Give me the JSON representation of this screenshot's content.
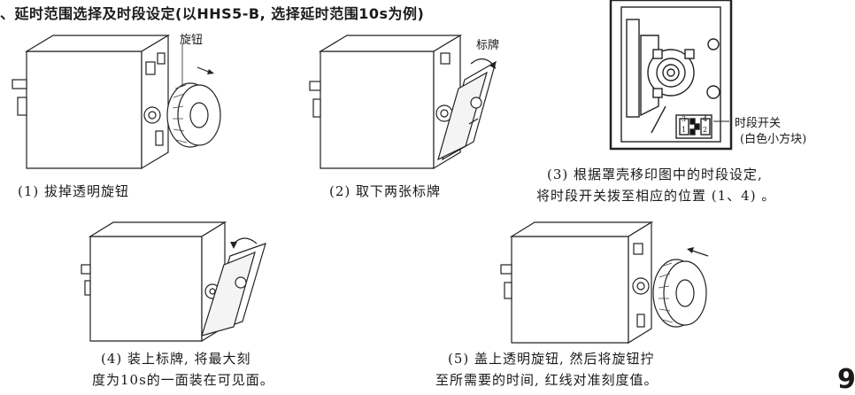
{
  "heading": "、延时范围选择及时段设定(以HHS5-B, 选择延时范围10s为例)",
  "labels": {
    "knob": "旋钮",
    "plate": "标牌",
    "switch_line1": "时段开关",
    "switch_line2": "(白色小方块)"
  },
  "steps": [
    {
      "caption": "(1) 拔掉透明旋钮"
    },
    {
      "caption": "(2) 取下两张标牌"
    },
    {
      "caption_line1": "(3) 根据罩壳移印图中的时段设定,",
      "caption_line2": "将时段开关拨至相应的位置 (1、4) 。"
    },
    {
      "caption_line1": "(4) 装上标牌, 将最大刻",
      "caption_line2": "度为10s的一面装在可见面。"
    },
    {
      "caption_line1": "(5) 盖上透明旋钮, 然后将旋钮拧",
      "caption_line2": "至所需要的时间, 红线对准刻度值。"
    }
  ],
  "switch_digits": {
    "left_top": "3",
    "left_bottom": "1",
    "right_top": "4",
    "right_bottom": "2"
  },
  "page_number": "9"
}
